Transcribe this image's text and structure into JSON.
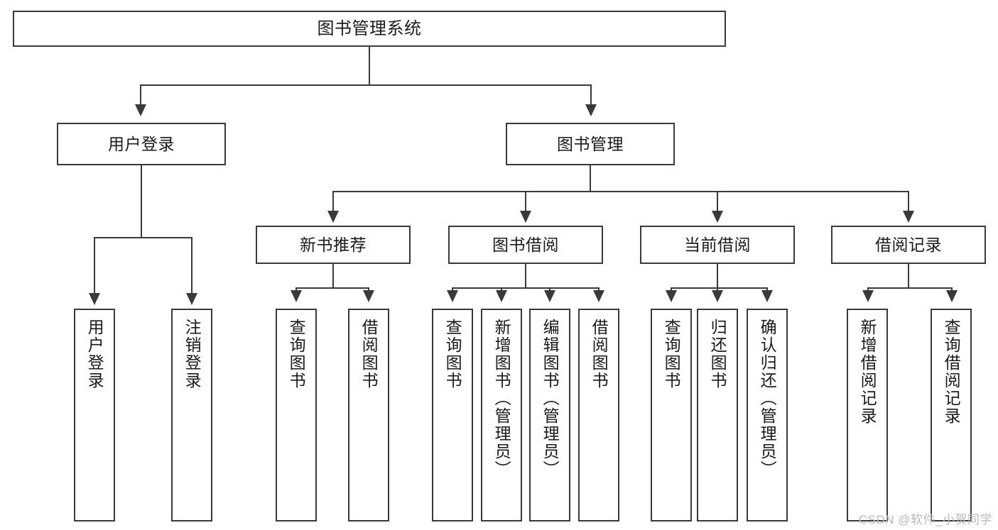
{
  "diagram": {
    "title": "图书管理系统",
    "root": {
      "label": "图书管理系统"
    },
    "level2": [
      {
        "label": "用户登录"
      },
      {
        "label": "图书管理"
      }
    ],
    "level3": [
      {
        "label": "新书推荐"
      },
      {
        "label": "图书借阅"
      },
      {
        "label": "当前借阅"
      },
      {
        "label": "借阅记录"
      }
    ],
    "leaves": {
      "user_login": [
        {
          "label": "用户登录"
        },
        {
          "label": "注销登录"
        }
      ],
      "new_book_recommend": [
        {
          "label": "查询图书"
        },
        {
          "label": "借阅图书"
        }
      ],
      "book_borrow": [
        {
          "label": "查询图书"
        },
        {
          "label": "新增图书（管理员）"
        },
        {
          "label": "编辑图书（管理员）"
        },
        {
          "label": "借阅图书"
        }
      ],
      "current_borrow": [
        {
          "label": "查询图书"
        },
        {
          "label": "归还图书"
        },
        {
          "label": "确认归还（管理员）"
        }
      ],
      "borrow_record": [
        {
          "label": "新增借阅记录"
        },
        {
          "label": "查询借阅记录"
        }
      ]
    }
  },
  "watermark": {
    "text": "CSDN @软件_小贺同学"
  },
  "colors": {
    "border": "#3a3a3a",
    "text": "#1a1a1a",
    "background": "#ffffff",
    "watermark": "#b9b9b9"
  }
}
